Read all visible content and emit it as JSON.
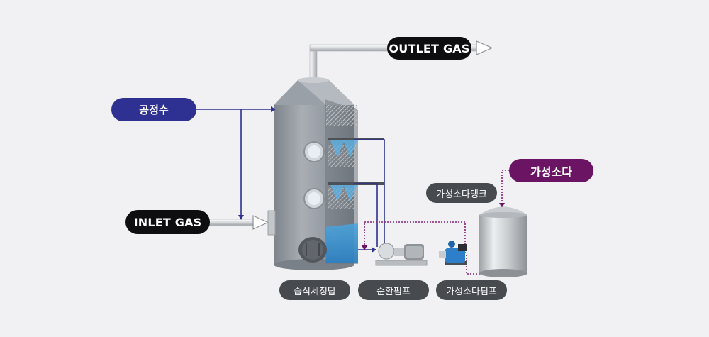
{
  "labels": {
    "outlet_gas": "OUTLET GAS",
    "process_water": "공정수",
    "inlet_gas": "INLET GAS",
    "caustic_soda": "가성소다",
    "caustic_soda_tank": "가성소다탱크",
    "wet_scrubber": "습식세정탑",
    "circulation_pump": "순환펌프",
    "caustic_soda_pump": "가성소다펌프"
  },
  "colors": {
    "background": "#f1f1f3",
    "water_line": "#2e3192",
    "soda_line": "#6b1463",
    "tower": "#8f959c",
    "label_dark": "#0e0e10",
    "label_gray": "#474a4f"
  }
}
